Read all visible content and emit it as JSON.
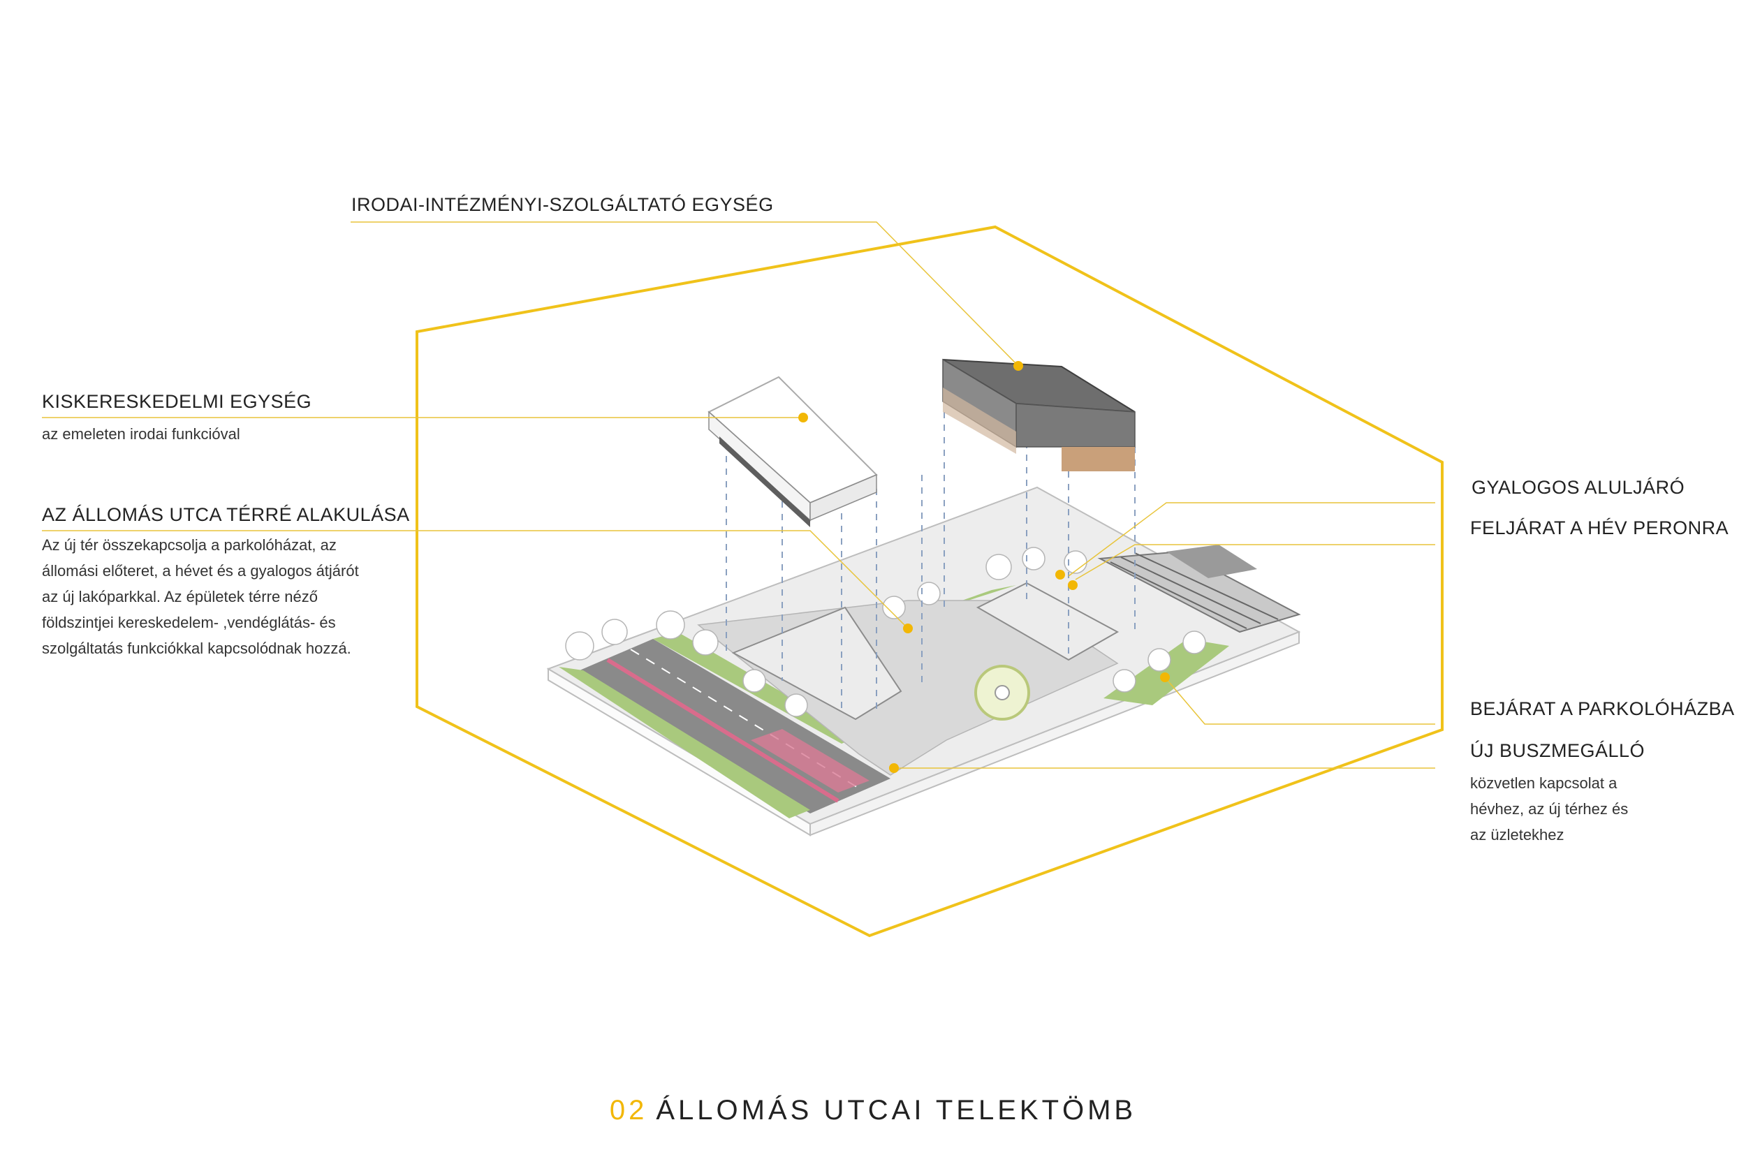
{
  "colors": {
    "accent": "#f2b705",
    "outline": "#f0c21a",
    "leader": "#e8c43a",
    "grass": "#a9c97d",
    "paving": "#d9d9d9",
    "dark_roof": "#6e6e6e",
    "brick": "#c9a07a"
  },
  "title": {
    "number": "02",
    "text": "ÁLLOMÁS UTCAI TELEKTÖMB"
  },
  "labels": {
    "office": {
      "title": "IRODAI-INTÉZMÉNYI-SZOLGÁLTATÓ EGYSÉG"
    },
    "retail": {
      "title": "KISKERESKEDELMI EGYSÉG",
      "desc": "az emeleten irodai funkcióval"
    },
    "square": {
      "title": "AZ ÁLLOMÁS UTCA TÉRRÉ ALAKULÁSA",
      "desc": [
        "Az új tér összekapcsolja a parkolóházat, az",
        "állomási előteret, a hévet és a gyalogos átjárót",
        "az új lakóparkkal. Az épületek térre néző",
        "földszintjei kereskedelem- ,vendéglátás- és",
        "szolgáltatás funkciókkal kapcsolódnak hozzá."
      ]
    },
    "underpass": {
      "title": "GYALOGOS ALULJÁRÓ"
    },
    "platform": {
      "title": "FELJÁRAT A HÉV PERONRA"
    },
    "parking": {
      "title": "BEJÁRAT A PARKOLÓHÁZBA"
    },
    "bus": {
      "title": "ÚJ BUSZMEGÁLLÓ",
      "desc": [
        "közvetlen kapcsolat a",
        "hévhez, az új térhez és",
        "az üzletekhez"
      ]
    }
  }
}
